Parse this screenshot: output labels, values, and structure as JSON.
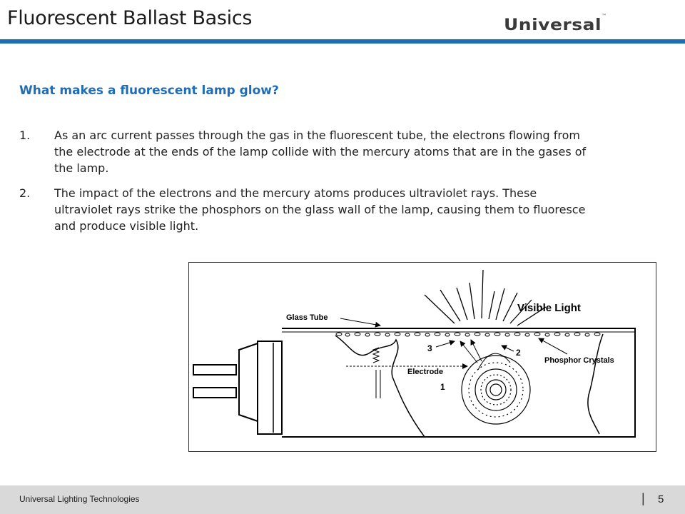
{
  "header": {
    "title": "Fluorescent Ballast Basics",
    "logo_text": "Universal",
    "logo_tm": "™",
    "accent_color": "#1f6db5"
  },
  "content": {
    "subheading": "What makes a fluorescent lamp glow?",
    "steps": [
      {
        "number": "1.",
        "text": "As an arc current passes through the gas in the fluorescent tube, the electrons flowing from the electrode at the ends of the lamp collide with the mercury atoms that are in the gases of the lamp."
      },
      {
        "number": "2.",
        "text": "The impact of the electrons and the mercury atoms produces ultraviolet rays. These ultraviolet rays strike the phosphors on the glass wall of the lamp, causing them to fluoresce and produce visible light."
      }
    ]
  },
  "diagram": {
    "labels": {
      "glass_tube": "Glass Tube",
      "visible_light": "Visible Light",
      "phosphor_crystals": "Phosphor Crystals",
      "electrode": "Electrode",
      "step1": "1",
      "step2": "2",
      "step3": "3"
    }
  },
  "footer": {
    "company": "Universal Lighting Technologies",
    "separator": "|",
    "page_number": "5"
  }
}
